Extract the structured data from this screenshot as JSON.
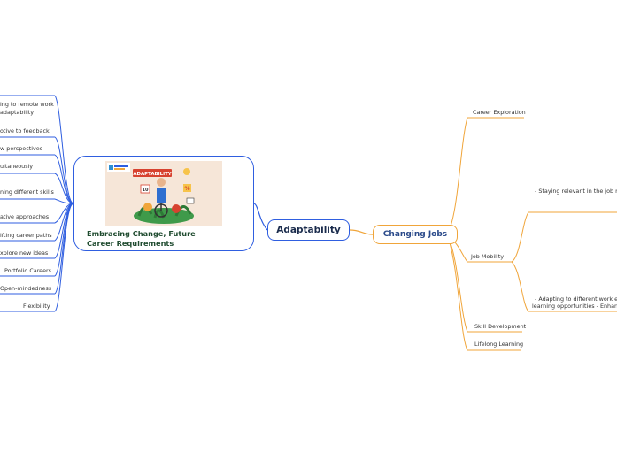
{
  "central": {
    "label": "Adaptability"
  },
  "right": {
    "hub": "Changing Jobs",
    "items": {
      "career_exploration": "Career Exploration",
      "job_mobility": "Job Mobility",
      "staying_relevant": "- Staying relevant in the job marke",
      "adapting_line1": "- Adapting to different work enviro",
      "adapting_line2": "learning opportunities  - Enhancing",
      "skill_development": "Skill Development",
      "lifelong_learning": "Lifelong Learning"
    }
  },
  "left": {
    "hub_text": "Embracing Change,    Future Career Requirements",
    "illustration_title": "ADAPTABILITY",
    "items": {
      "remote_line1": "ing to remote work",
      "remote_line2": "adaptability",
      "feedback": "otive to feedback",
      "perspectives": "w perspectives",
      "simultaneously": "ultaneously",
      "different_skills": "ning different skills",
      "approaches": "ative approaches",
      "career_paths": "ifting career paths",
      "new_ideas": "xplore new ideas",
      "portfolio": "Portfolio Careers",
      "open_mindedness": "Open-mindedness",
      "flexibility": "Flexibility"
    }
  },
  "colors": {
    "left_branch": "#2f5ee0",
    "right_branch": "#f0a53a",
    "hub_text": "#1a2b4c",
    "embrace_text": "#1f4b2f"
  }
}
